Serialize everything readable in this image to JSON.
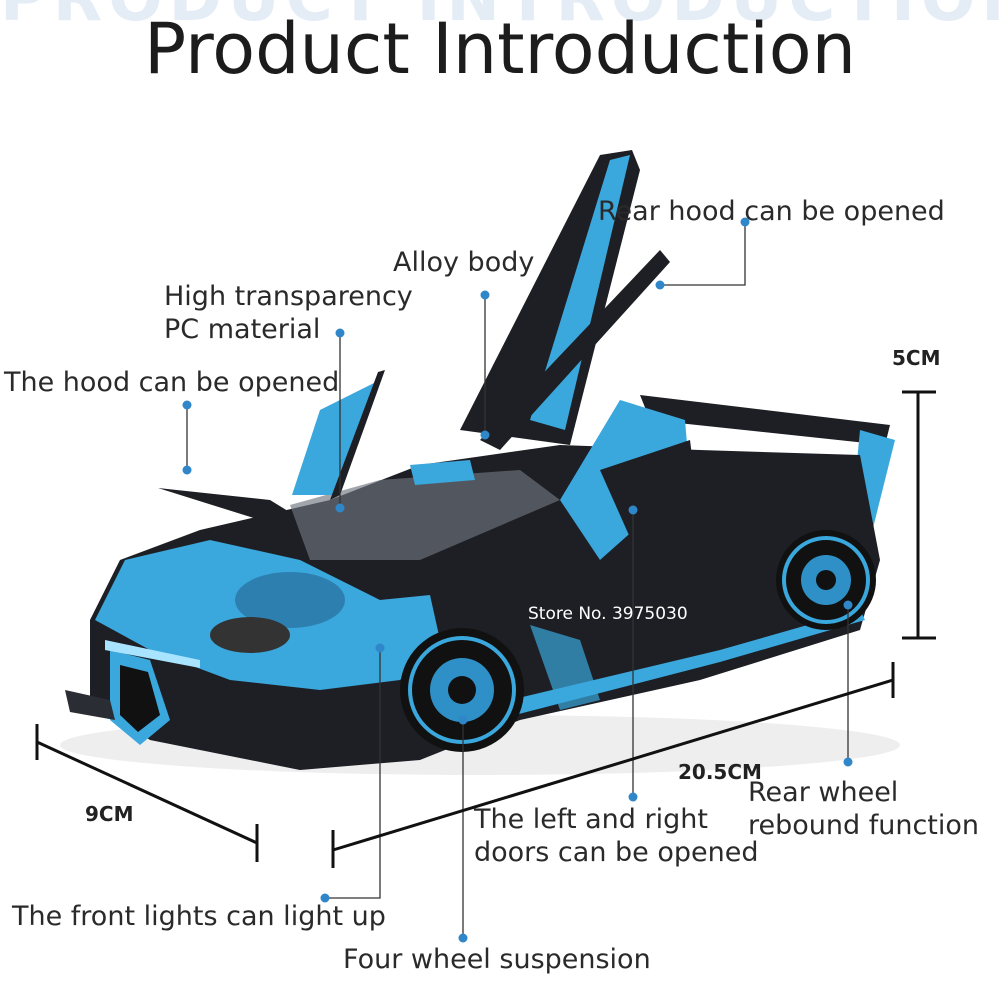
{
  "header": {
    "ghost_text": "PRODUCT INTRODUCTION",
    "title": "Product Introduction"
  },
  "callouts": {
    "rear_hood": "Rear hood can be opened",
    "alloy_body": "Alloy body",
    "pc_material_line1": "High transparency",
    "pc_material_line2": "PC material",
    "hood": "The hood can be opened",
    "doors_line1": "The left and right",
    "doors_line2": "doors can be opened",
    "rear_wheel_line1": "Rear wheel",
    "rear_wheel_line2": "rebound function",
    "front_lights": "The front lights can light up",
    "suspension": "Four wheel suspension"
  },
  "dimensions": {
    "height": "5CM",
    "length": "20.5CM",
    "width": "9CM"
  },
  "watermark": "Store No. 3975030",
  "colors": {
    "accent_blue": "#3aa7dd",
    "body_black": "#1d1f24",
    "callout_dot": "#2f86c8"
  }
}
